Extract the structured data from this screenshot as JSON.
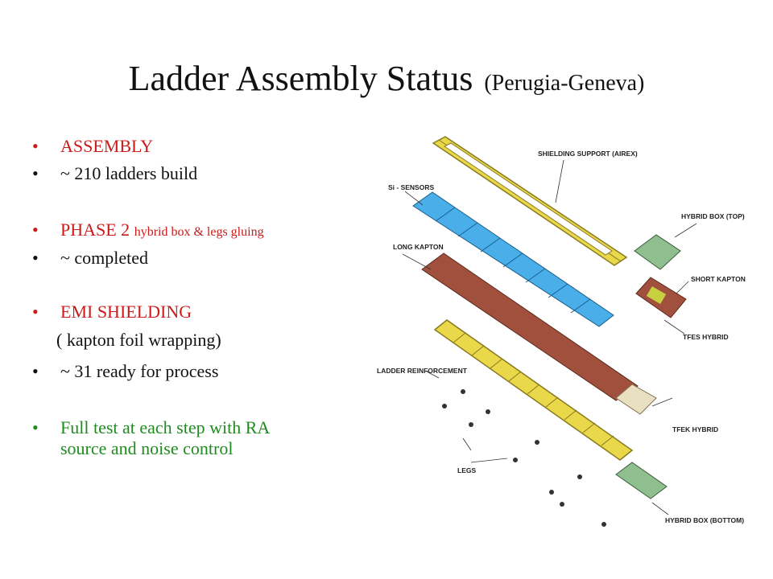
{
  "title": {
    "main": "Ladder Assembly  Status",
    "sub": "(Perugia-Geneva)"
  },
  "bullets": {
    "b1": " ASSEMBLY",
    "b2": "~ 210 ladders build",
    "b3_main": "PHASE 2",
    "b3_small": "hybrid box  &  legs gluing",
    "b4": "~ completed",
    "b5": "EMI  SHIELDING",
    "b5_sub": "( kapton foil wrapping)",
    "b6": "~ 31 ready for process",
    "b7_line1": "Full test at each step with RA",
    "b7_line2": "source and noise control",
    "bullet_char": "•"
  },
  "diagram": {
    "labels": {
      "shielding_support": "SHIELDING SUPPORT (AIREX)",
      "si_sensors": "Si - SENSORS",
      "long_kapton": "LONG KAPTON",
      "hybrid_box_top": "HYBRID BOX (TOP)",
      "short_kapton": "SHORT KAPTON",
      "tfes_hybrid": "TFES HYBRID",
      "ladder_reinforcement": "LADDER REINFORCEMENT",
      "tfek_hybrid": "TFEK HYBRID",
      "legs": "LEGS",
      "hybrid_box_bottom": "HYBRID BOX (BOTTOM)"
    },
    "colors": {
      "frame": "#e8d84a",
      "sensor": "#4aaee8",
      "kapton": "#a0503c",
      "box": "#8fbf8f",
      "hybrid": "#e8e0c0"
    }
  }
}
